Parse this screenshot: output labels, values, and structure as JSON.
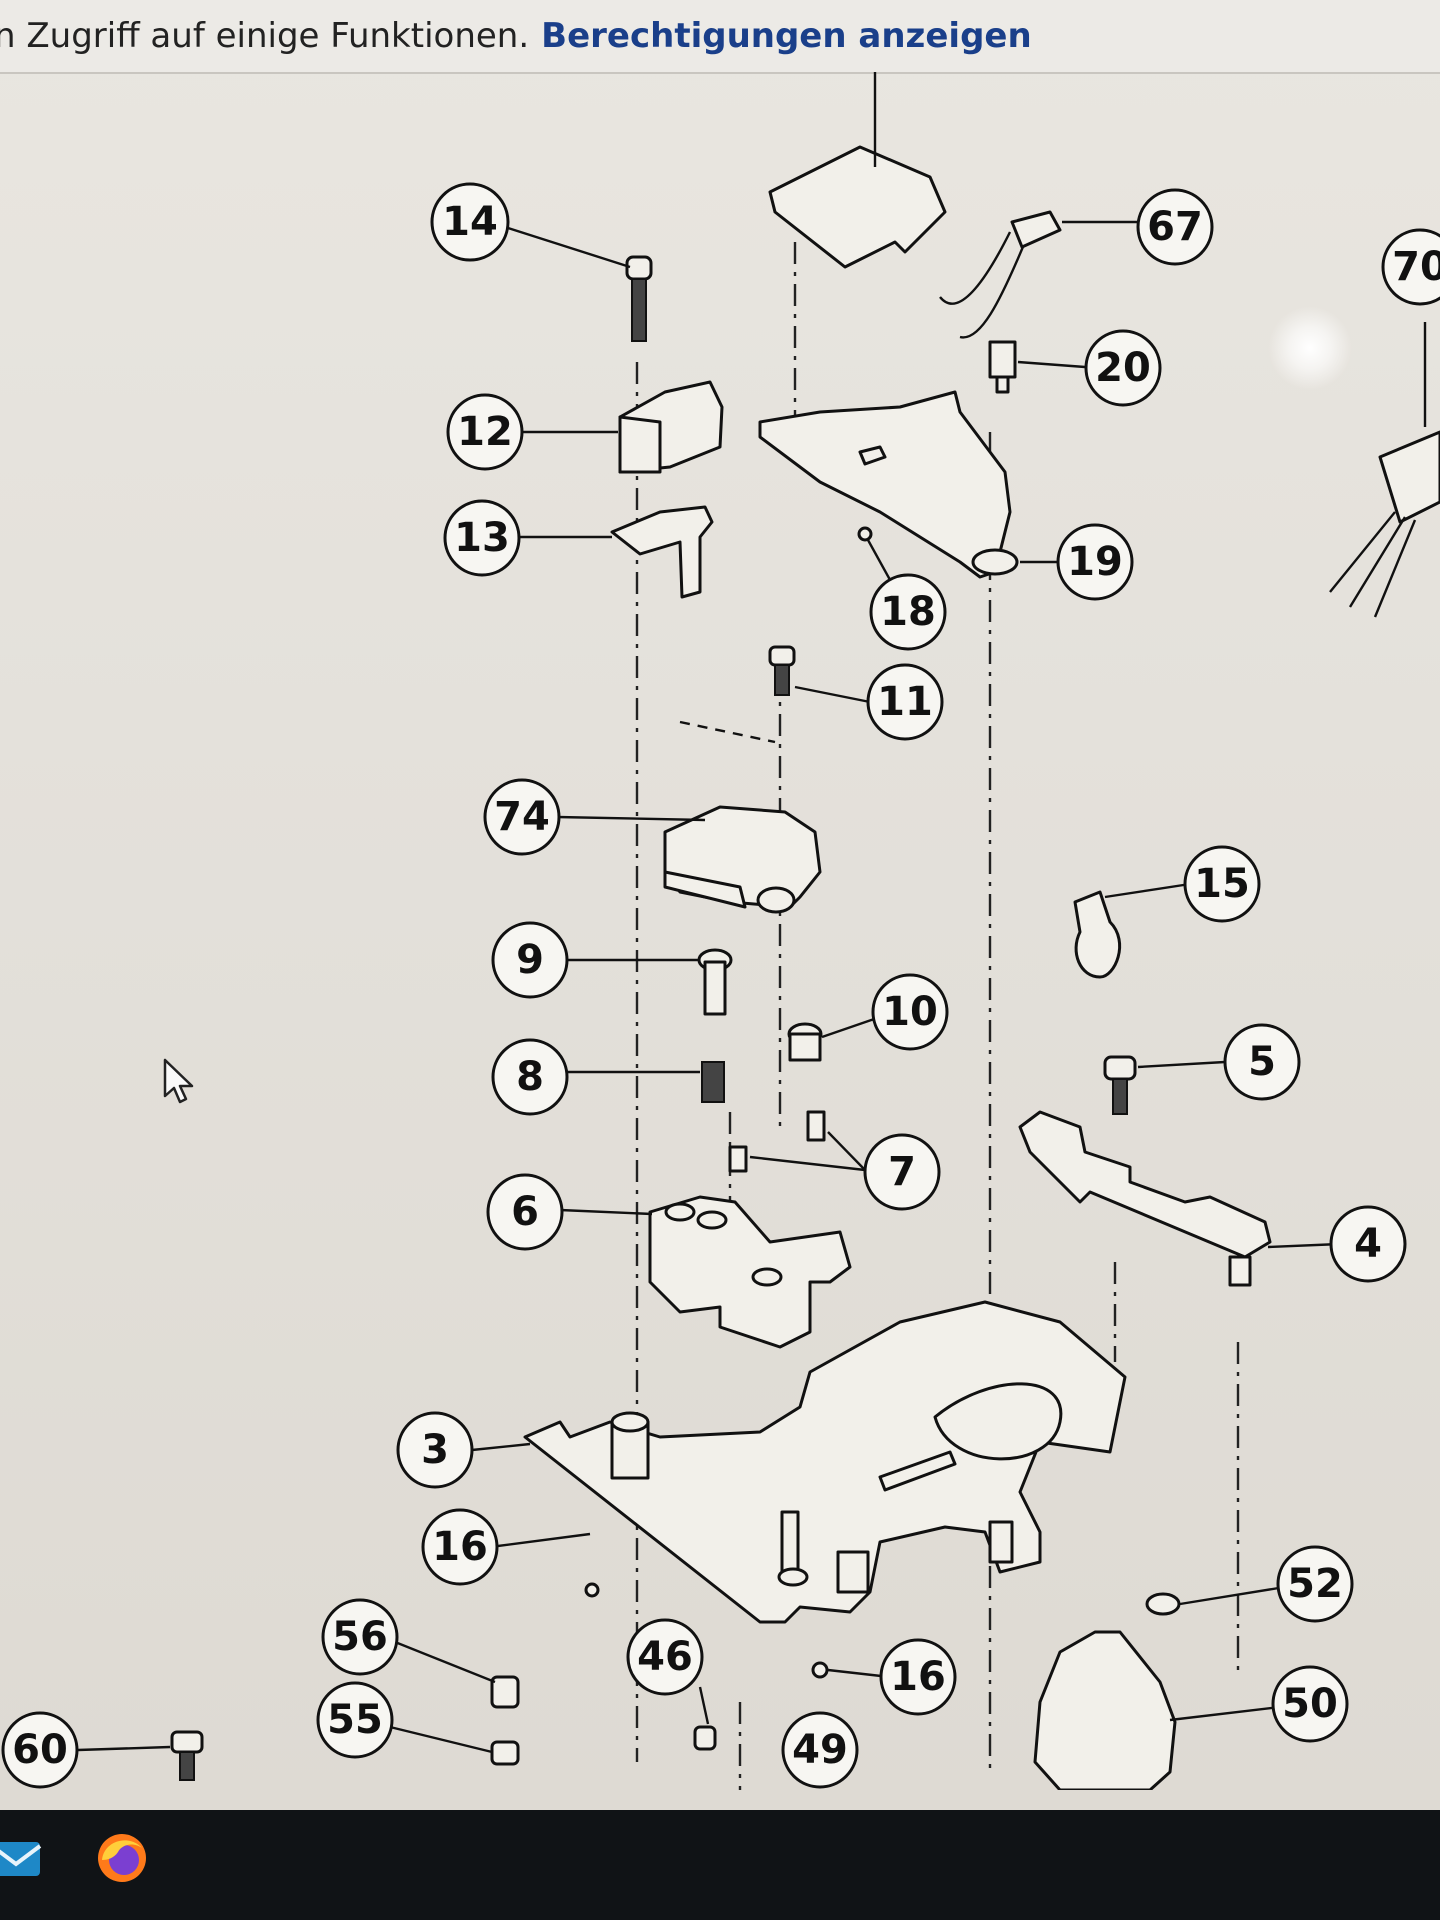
{
  "notice_bar": {
    "message": "n Zugriff auf einige Funktionen.",
    "link": "Berechtigungen anzeigen"
  },
  "diagram": {
    "callouts": [
      "14",
      "12",
      "13",
      "67",
      "70",
      "20",
      "19",
      "18",
      "11",
      "74",
      "15",
      "9",
      "10",
      "5",
      "8",
      "7",
      "6",
      "4",
      "3",
      "16",
      "52",
      "56",
      "46",
      "16",
      "50",
      "55",
      "60",
      "49"
    ]
  },
  "icons": {
    "cursor": "mouse-pointer-icon",
    "taskbar": [
      "mail-icon",
      "firefox-icon"
    ]
  },
  "colors": {
    "link": "#1a3f8a",
    "taskbar": "#101316",
    "paper": "#e6e3dd"
  }
}
